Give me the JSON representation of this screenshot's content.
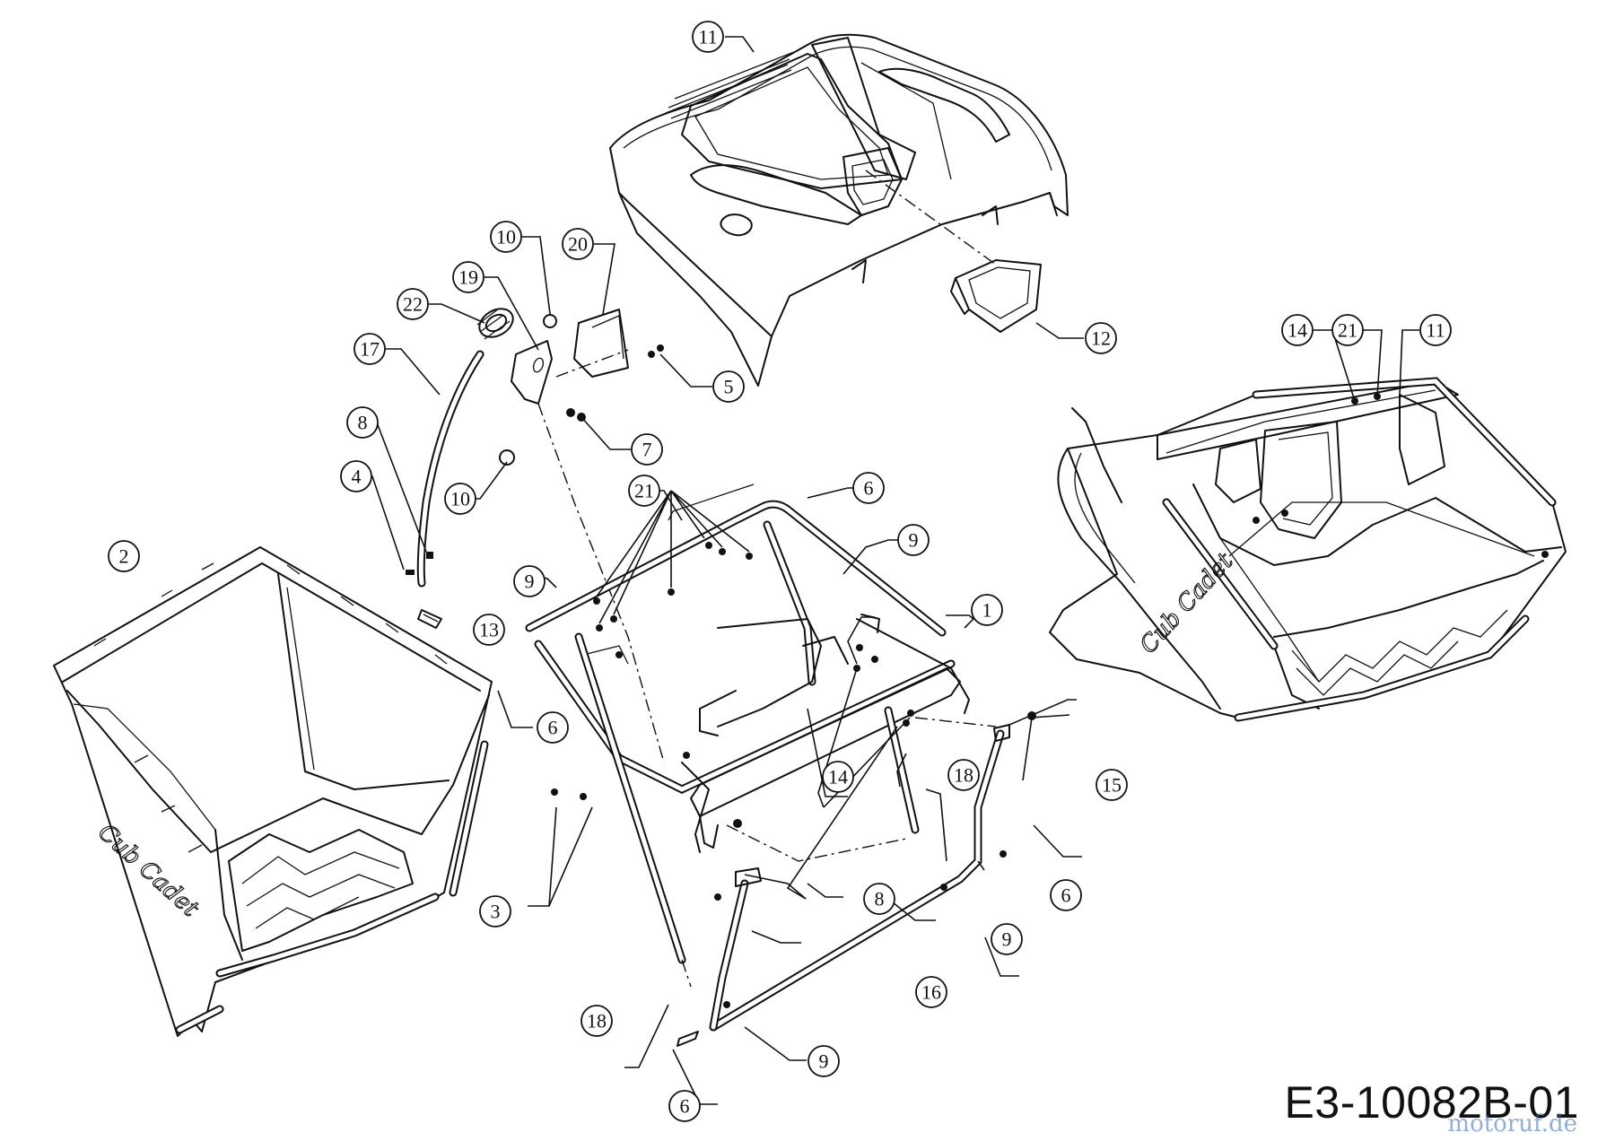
{
  "drawing_code": "E3-10082B-01",
  "watermark": "motoruf.de",
  "brand_marks": [
    "Cub Cadet",
    "Cub Cadet"
  ],
  "callouts": [
    "1",
    "2",
    "3",
    "4",
    "5",
    "6",
    "6",
    "6",
    "6",
    "6",
    "7",
    "8",
    "8",
    "9",
    "9",
    "9",
    "9",
    "9",
    "10",
    "10",
    "11",
    "11",
    "12",
    "13",
    "14",
    "14",
    "15",
    "16",
    "17",
    "18",
    "18",
    "19",
    "20",
    "21",
    "21",
    "22"
  ]
}
